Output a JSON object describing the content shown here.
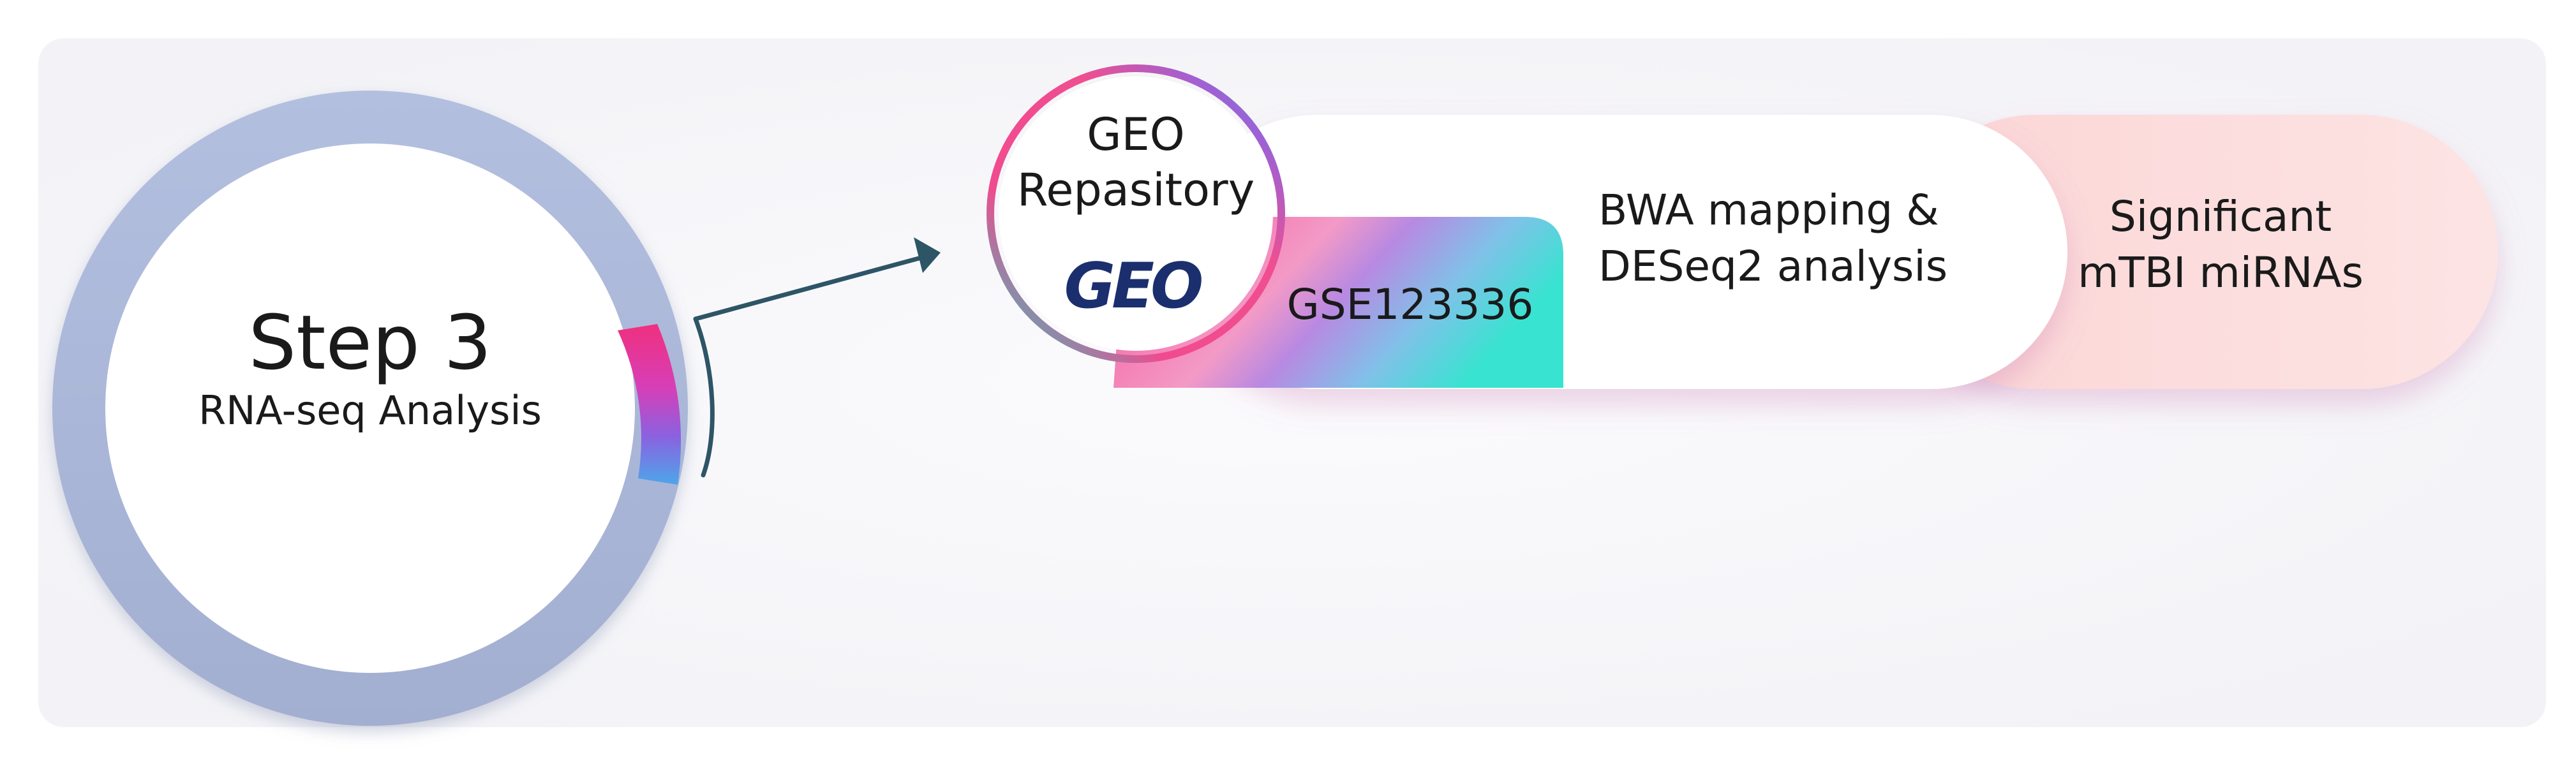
{
  "step": {
    "title": "Step 3",
    "subtitle": "RNA-seq Analysis"
  },
  "geo": {
    "title_line1": "GEO",
    "title_line2": "Repasitory",
    "logo": "GEO"
  },
  "dataset": {
    "accession": "GSE123336"
  },
  "pipeline": {
    "line1": "BWA mapping &",
    "line2": "DESeq2 analysis"
  },
  "result": {
    "line1": "Significant",
    "line2": "mTBI miRNAs"
  },
  "colors": {
    "ring": "#a9b6d8",
    "arrow": "#2d5566",
    "pink": "#f2589a",
    "purple": "#a16ce0",
    "teal": "#46dccf",
    "result_fill": "#fcd9d9",
    "logo": "#1b2f6e"
  }
}
